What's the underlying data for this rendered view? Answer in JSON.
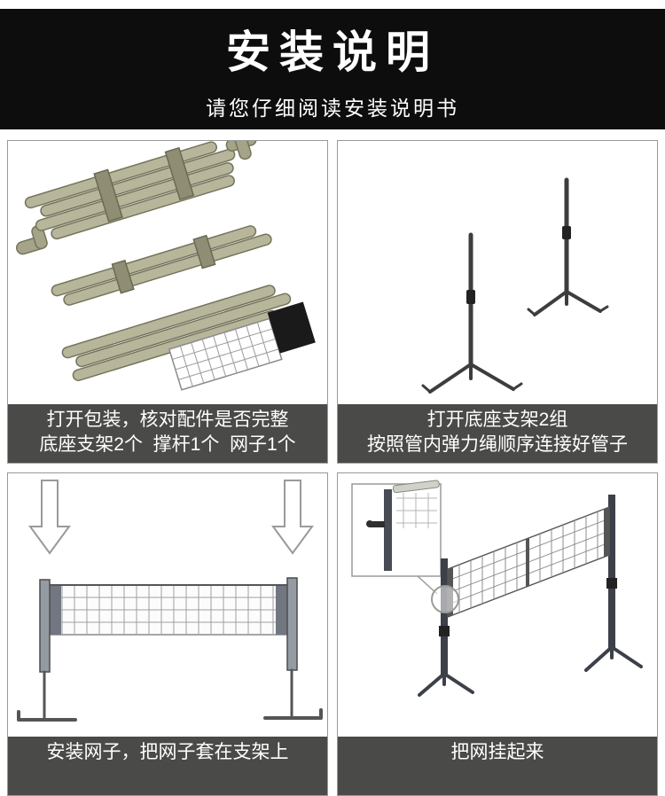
{
  "header": {
    "title": "安装说明",
    "subtitle": "请您仔细阅读安装说明书"
  },
  "steps": [
    {
      "caption_lines": [
        "打开包装，核对配件是否完整",
        "底座支架2个  撑杆1个  网子1个"
      ]
    },
    {
      "caption_lines": [
        "打开底座支架2组",
        "按照管内弹力绳顺序连接好管子"
      ]
    },
    {
      "caption_lines": [
        "安装网子，把网子套在支架上"
      ]
    },
    {
      "caption_lines": [
        "把网挂起来"
      ]
    }
  ],
  "colors": {
    "header_bg": "#0d0d0d",
    "caption_bg": "#4a4a48",
    "panel_border": "#999999",
    "tube_fill": "#b7b69b",
    "stand_color": "#3d3d3d"
  }
}
